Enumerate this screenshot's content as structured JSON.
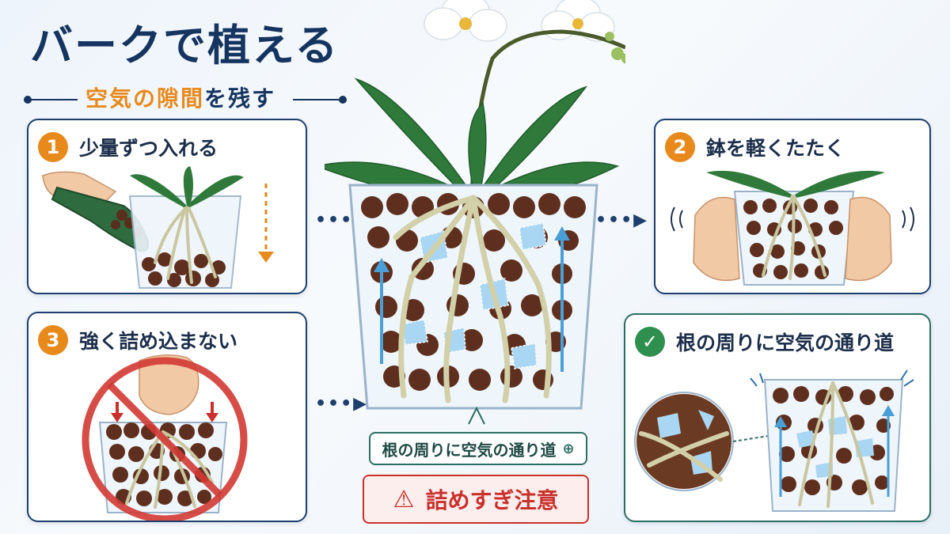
{
  "title": "バークで植える",
  "subtitle": {
    "accent": "空気の隙間",
    "rest": "を残す"
  },
  "steps": [
    {
      "num": "1",
      "label": "少量ずつ入れる"
    },
    {
      "num": "2",
      "label": "鉢を軽くたたく"
    },
    {
      "num": "3",
      "label": "強く詰め込まない"
    }
  ],
  "result": {
    "label": "根の周りに空気の通り道"
  },
  "center_badge": {
    "label": "根の周りに空気の通り道"
  },
  "warning": {
    "label": "詰めすぎ注意"
  },
  "colors": {
    "navy": "#15345f",
    "orange": "#e8891c",
    "green": "#2c6e63",
    "red": "#c9302c",
    "bark": "#5a2e1c",
    "leaf": "#2f7a3a",
    "air": "#a9d6f2"
  }
}
